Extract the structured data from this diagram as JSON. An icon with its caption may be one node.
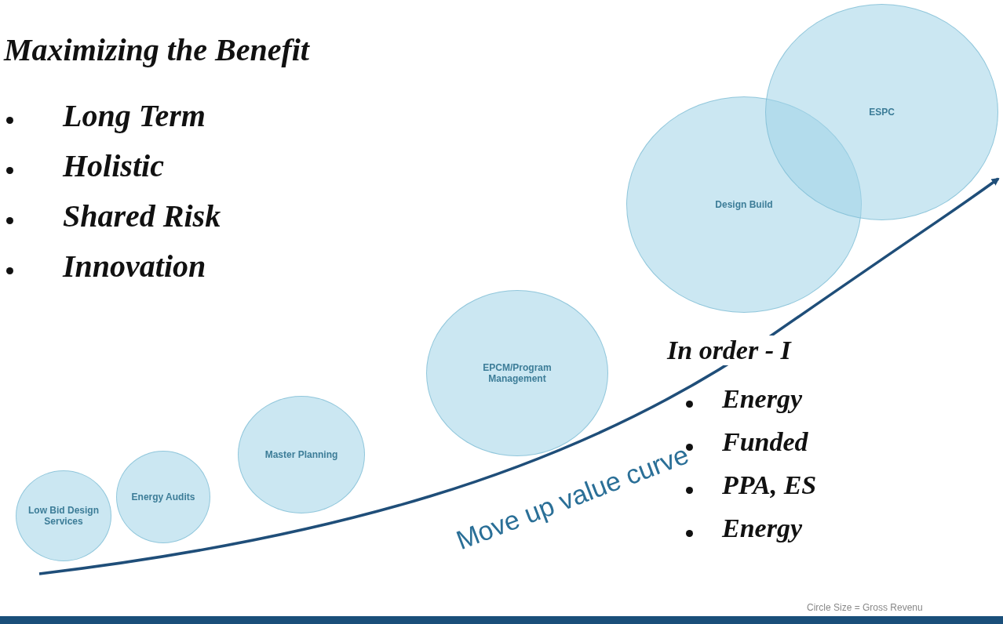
{
  "diagram": {
    "nodes": [
      {
        "text": [
          "Low Bid Design Services"
        ]
      },
      {
        "text": [
          "Energy Audits"
        ]
      },
      {
        "text": [
          "Master Planning"
        ]
      },
      {
        "text": [
          "EPCM/Program Management"
        ]
      },
      {
        "text": [
          "Design Build"
        ]
      },
      {
        "text": [
          "ESPC"
        ]
      }
    ],
    "labels": [
      "Maximizing the Benefit",
      "Long Term",
      "Holistic",
      "Shared Risk",
      "Innovation",
      "Move up value curve",
      "In order - I",
      "Energy",
      "Funded",
      "PPA, ES",
      "Energy",
      "Circle Size = Gross Revenu"
    ]
  }
}
